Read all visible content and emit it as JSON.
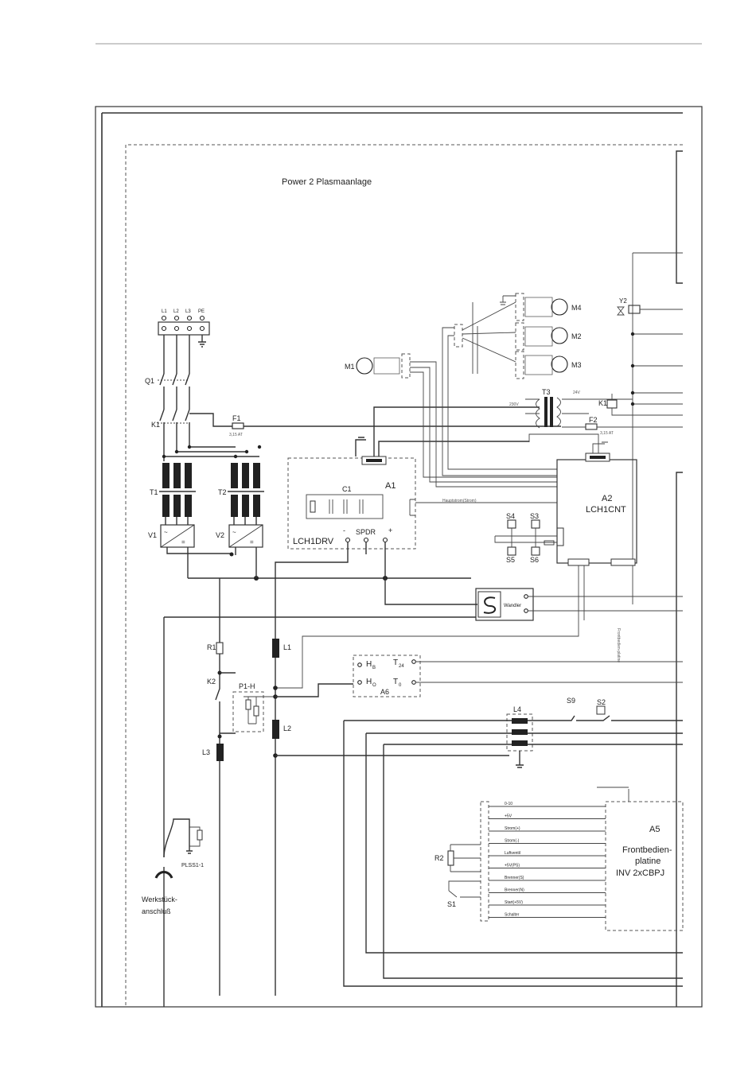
{
  "diagram": {
    "title": "Power 2 Plasmaanlage",
    "supply_terminals": [
      "L1",
      "L2",
      "L3",
      "PE"
    ],
    "components": {
      "Q1": "Q1",
      "K1": "K1",
      "F1": "F1",
      "F1_rating": "3,15 AT",
      "T1": "T1",
      "T2": "T2",
      "V1": "V1",
      "V2": "V2",
      "A1": "A1",
      "C1": "C1",
      "lch1drv": "LCH1DRV",
      "spdr": "SPDR",
      "A2": "A2",
      "lch1cnt": "LCH1CNT",
      "T3": "T3",
      "F2": "F2",
      "F2_rating": "3,15 AT",
      "K1_coil": "K1",
      "M1": "M1",
      "M2": "M2",
      "M3": "M3",
      "M4": "M4",
      "Y2": "Y2",
      "S3": "S3",
      "S4": "S4",
      "S5": "S5",
      "S6": "S6",
      "wandler": "Wandler",
      "R1": "R1",
      "K2": "K2",
      "P1H": "P1-H",
      "L1": "L1",
      "L2": "L2",
      "L3": "L3",
      "A6": "A6",
      "HB": "H",
      "HB_sub": "B",
      "HO": "H",
      "HO_sub": "O",
      "T24": "T",
      "T24_sub": "24",
      "T0": "T",
      "T0_sub": "0",
      "L4": "L4",
      "S9": "S9",
      "S2": "S2",
      "R2": "R2",
      "S1": "S1",
      "A5": "A5",
      "a5_line1": "Frontbedien-",
      "a5_line2": "platine",
      "a5_line3": "INV 2xCBPJ",
      "plss": "PLSS1-1",
      "workpiece1": "Werkstück-",
      "workpiece2": "anschluß",
      "plus": "+",
      "minus": "-"
    },
    "small_text": {
      "hauptstrom": "Hauptstrom(Strom)",
      "volt_230": "230V",
      "volt_24": "24V",
      "frontplatine_label": "Frontbedien-platine"
    },
    "a5_connector_rows": [
      "0-10",
      "+5V",
      "Strom(+)",
      "Strom(-)",
      "Luftventil",
      "+5V(PS)",
      "Brenner(S)",
      "Brenner(N)",
      "Start(+5V)",
      "Schalter"
    ]
  }
}
